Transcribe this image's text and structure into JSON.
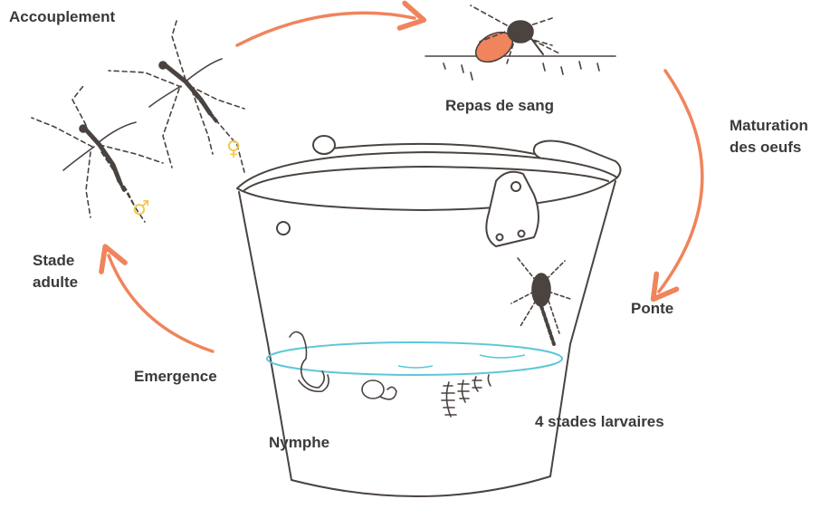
{
  "labels": {
    "mating": "Accouplement",
    "blood_meal": "Repas de sang",
    "egg_maturation_line1": "Maturation",
    "egg_maturation_line2": "des oeufs",
    "laying": "Ponte",
    "larval_stages": "4 stades larvaires",
    "pupa": "Nymphe",
    "emergence": "Emergence",
    "adult_line1": "Stade",
    "adult_line2": "adulte"
  },
  "symbols": {
    "female": "♀",
    "male": "♂"
  },
  "colors": {
    "arrow": "#f0845c",
    "ink": "#4a4340",
    "water": "#5bc8d6",
    "symbol": "#f2c94c",
    "mosquito_fill": "#4a4340",
    "blood": "#f0845c"
  },
  "icons": [
    "mosquito-female-icon",
    "mosquito-male-icon",
    "feeding-mosquito-icon",
    "laying-mosquito-icon",
    "bucket-icon",
    "pupa-icon",
    "larva-icon"
  ]
}
